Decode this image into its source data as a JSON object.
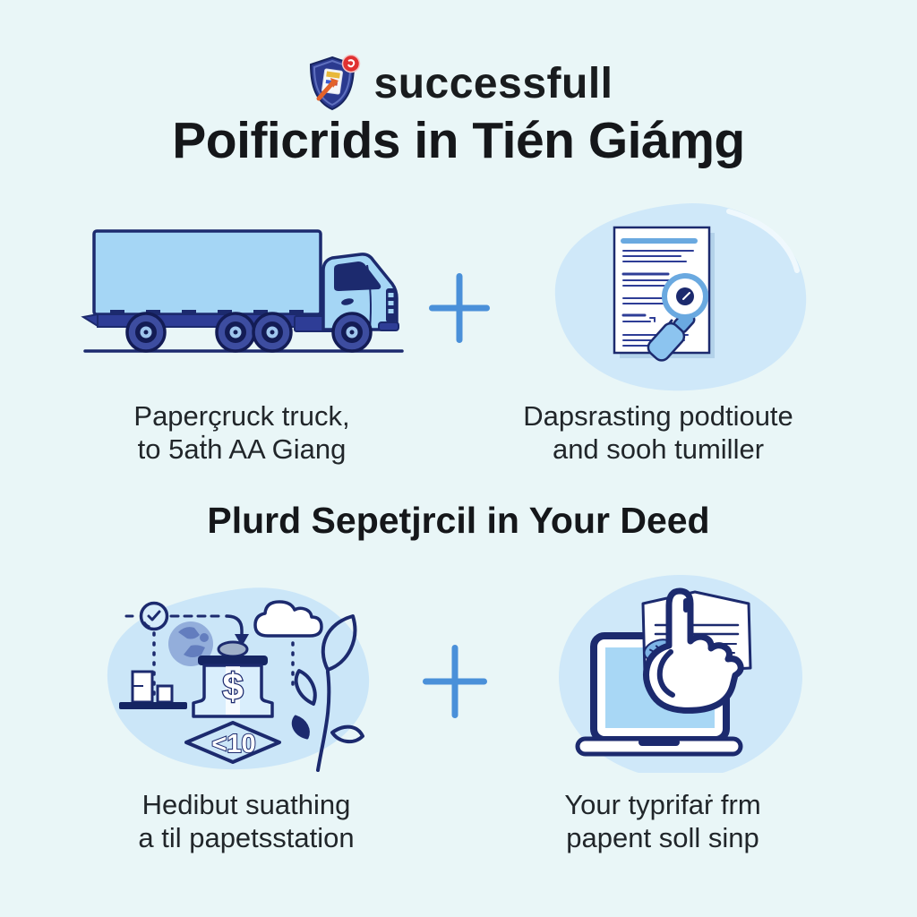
{
  "colors": {
    "background": "#e9f6f7",
    "blob_blue": "#cfe8f9",
    "illustration_blue": "#a5d6f5",
    "outline_navy": "#1c2a6e",
    "plus_blue": "#4a90d9",
    "heading_text": "#15171a",
    "caption_text": "#21262a",
    "badge_red": "#e03131"
  },
  "header": {
    "logo_icon": "shield-document-alert-icon",
    "brand": "successfull",
    "title": "Poificrids in Tién Giáɱg"
  },
  "top_row": {
    "left_illustration": "cargo-truck-illustration",
    "plus_icon": "plus-icon",
    "right_illustration": "document-inspection-illustration",
    "left_caption": {
      "line1": "Paperçruck truck,",
      "line2": "to 5aṫh AA Giang"
    },
    "right_caption": {
      "line1": "Dapsrasting podtioute",
      "line2": "and sooh tumiller"
    }
  },
  "middle": {
    "heading": "Plurd Sepetjrcil in Your Deed"
  },
  "bottom_row": {
    "left_illustration": "savings-growth-illustration",
    "plus_icon": "plus-icon",
    "right_illustration": "laptop-tap-illustration",
    "left_caption": {
      "line1": "Hedibut suathing",
      "line2": "a til papetsstation"
    },
    "right_caption": {
      "line1": "Your typrifaṙ frm",
      "line2": "papent soll sinp"
    },
    "money_symbol": "$",
    "badge_value": "<10"
  }
}
